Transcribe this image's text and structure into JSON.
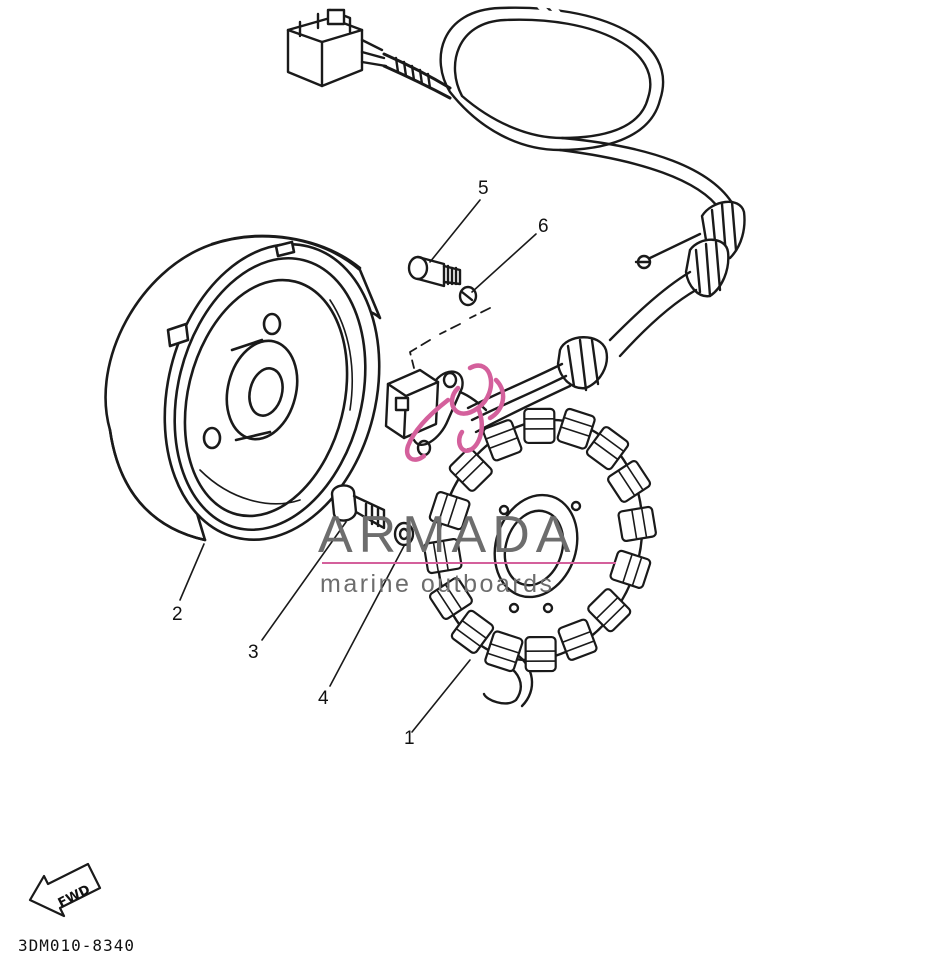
{
  "diagram": {
    "callouts": [
      {
        "id": "1",
        "label": "1"
      },
      {
        "id": "2",
        "label": "2"
      },
      {
        "id": "3",
        "label": "3"
      },
      {
        "id": "4",
        "label": "4"
      },
      {
        "id": "5",
        "label": "5"
      },
      {
        "id": "6",
        "label": "6"
      }
    ],
    "direction_badge": "FWD",
    "drawing_code": "3DM010-8340"
  },
  "watermark": {
    "brand": "ARMADA",
    "tagline": "marine outboards",
    "accent_color": "#d4609c"
  },
  "colors": {
    "ink": "#1a1a1a",
    "background": "#ffffff",
    "watermark_gray": "#6d6d6d"
  }
}
